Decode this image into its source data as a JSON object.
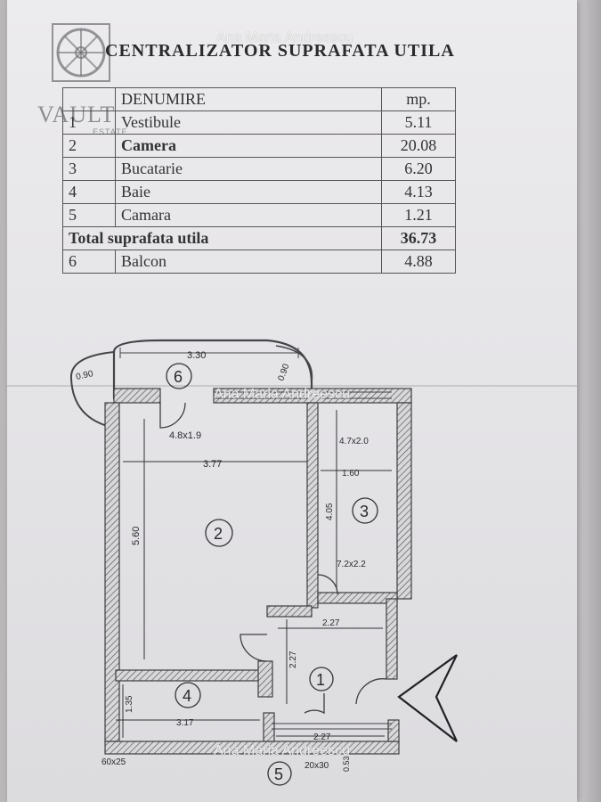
{
  "watermark": "Ana Maria Andreescu",
  "logo": {
    "name": "VAULT",
    "sub": "ESTATE"
  },
  "title": "CENTRALIZATOR SUPRAFATA UTILA",
  "table": {
    "header": {
      "name": "DENUMIRE",
      "unit": "mp."
    },
    "rows": [
      {
        "nr": "1",
        "name": "Vestibule",
        "value": "5.11"
      },
      {
        "nr": "2",
        "name": "Camera",
        "value": "20.08"
      },
      {
        "nr": "3",
        "name": "Bucatarie",
        "value": "6.20"
      },
      {
        "nr": "4",
        "name": "Baie",
        "value": "4.13"
      },
      {
        "nr": "5",
        "name": "Camara",
        "value": "1.21"
      }
    ],
    "total": {
      "label": "Total suprafata utila",
      "value": "36.73"
    },
    "extra": {
      "nr": "6",
      "name": "Balcon",
      "value": "4.88"
    }
  },
  "plan": {
    "room_numbers": [
      "1",
      "2",
      "3",
      "4",
      "5",
      "6"
    ],
    "dimensions": {
      "balcony_width": "3.30",
      "balcony_left": "0.90",
      "balcony_right": "0.90",
      "balcony_window": "4.8x1.9",
      "room_width": "3.77",
      "room_height": "5.60",
      "kitchen_window": "4.7x2.0",
      "kitchen_width": "1.60",
      "kitchen_height": "4.05",
      "kitchen_vent": "7.2x2.2",
      "hall_width": "2.27",
      "hall_height": "2.27",
      "bath_height": "1.35",
      "bath_width": "3.17",
      "storage_width": "2.27",
      "vent_bath": "60x25",
      "vent_storage": "20x30",
      "storage_depth": "0.53"
    }
  }
}
